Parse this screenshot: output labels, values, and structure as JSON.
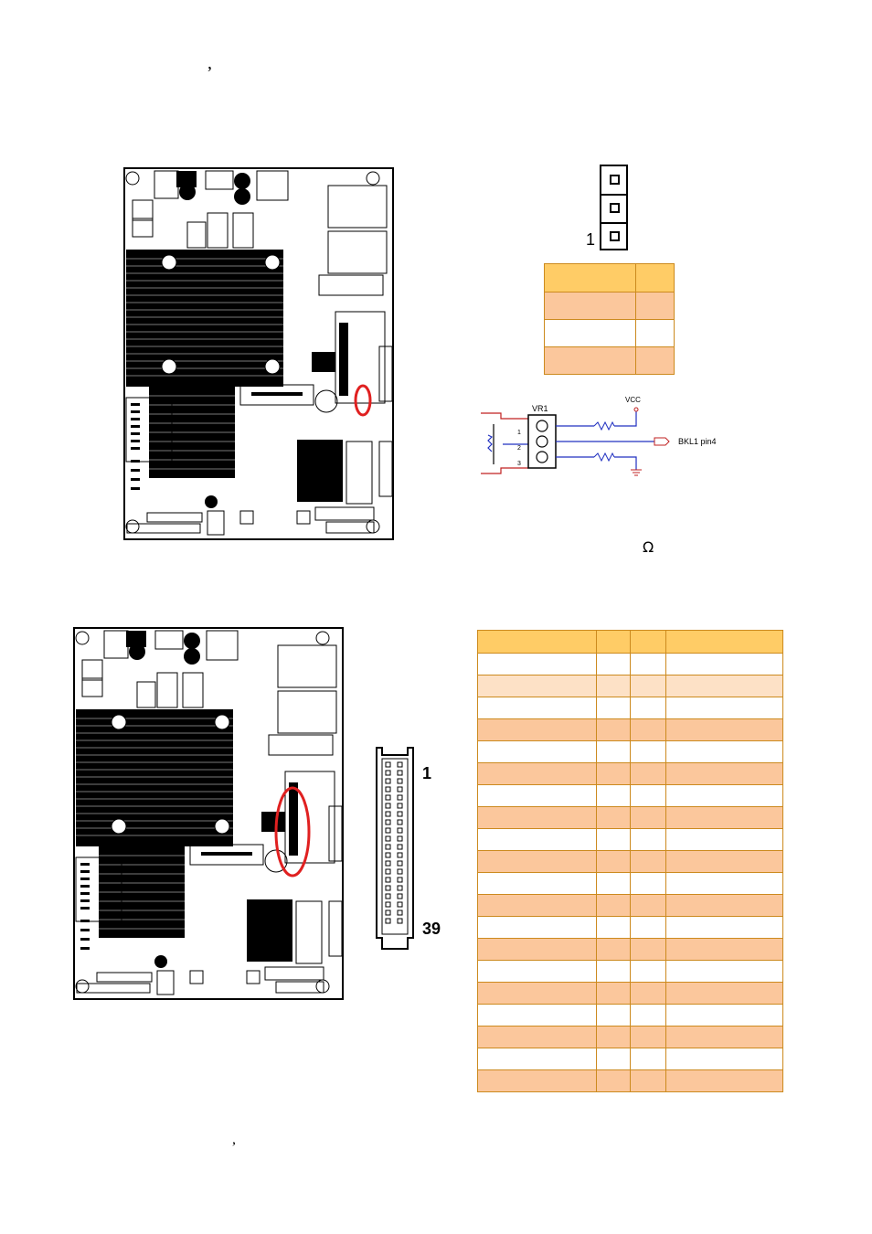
{
  "page": {
    "comma_top": ",",
    "comma_bottom": ",",
    "omega": "Ω"
  },
  "jumper": {
    "pin1_label": "1"
  },
  "schematic": {
    "vr_label": "VR1",
    "vcc_label": "VCC",
    "bkl_label": "BKL1 pin4",
    "pins": [
      "1",
      "2",
      "3"
    ]
  },
  "connector": {
    "pin_first": "1",
    "pin_last": "39"
  },
  "colors": {
    "header": "#ffcc66",
    "alt_row": "#fbc79c",
    "border": "#cc8a1e",
    "highlight": "#e02020"
  },
  "icons": {
    "board": "motherboard-diagram-icon",
    "heatsink": "heatsink-icon"
  }
}
